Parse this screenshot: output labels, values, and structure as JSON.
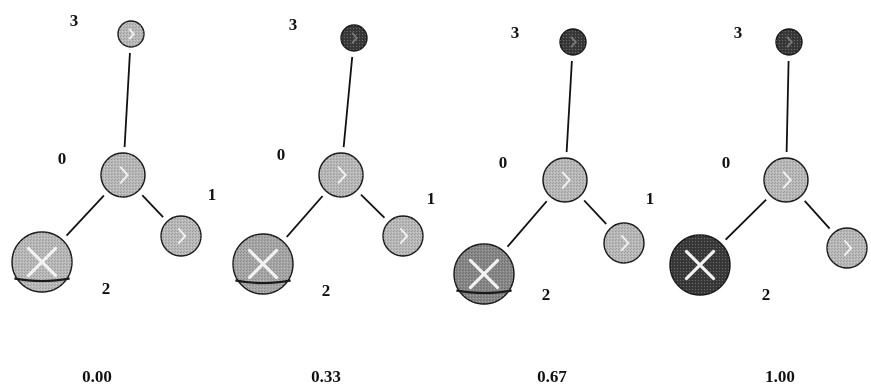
{
  "panels": [
    {
      "caption": "0.00",
      "labels": {
        "n0": "0",
        "n1": "1",
        "n2": "2",
        "n3": "3"
      },
      "fill": {
        "n0": 0.0,
        "n1": 0.0,
        "n2": 0.0,
        "n3": 0.0
      }
    },
    {
      "caption": "0.33",
      "labels": {
        "n0": "0",
        "n1": "1",
        "n2": "2",
        "n3": "3"
      },
      "fill": {
        "n0": 0.0,
        "n1": 0.0,
        "n2": 0.15,
        "n3": 1.0
      }
    },
    {
      "caption": "0.67",
      "labels": {
        "n0": "0",
        "n1": "1",
        "n2": "2",
        "n3": "3"
      },
      "fill": {
        "n0": 0.0,
        "n1": 0.0,
        "n2": 0.4,
        "n3": 1.0
      }
    },
    {
      "caption": "1.00",
      "labels": {
        "n0": "0",
        "n1": "1",
        "n2": "2",
        "n3": "3"
      },
      "fill": {
        "n0": 0.0,
        "n1": 0.0,
        "n2": 1.0,
        "n3": 1.0
      }
    }
  ],
  "colors": {
    "node_light": "#b9b9b9",
    "node_dark": "#3a3a3a",
    "edge": "#111111",
    "outline": "#1a1a1a",
    "cross": "#f2f2f2"
  }
}
